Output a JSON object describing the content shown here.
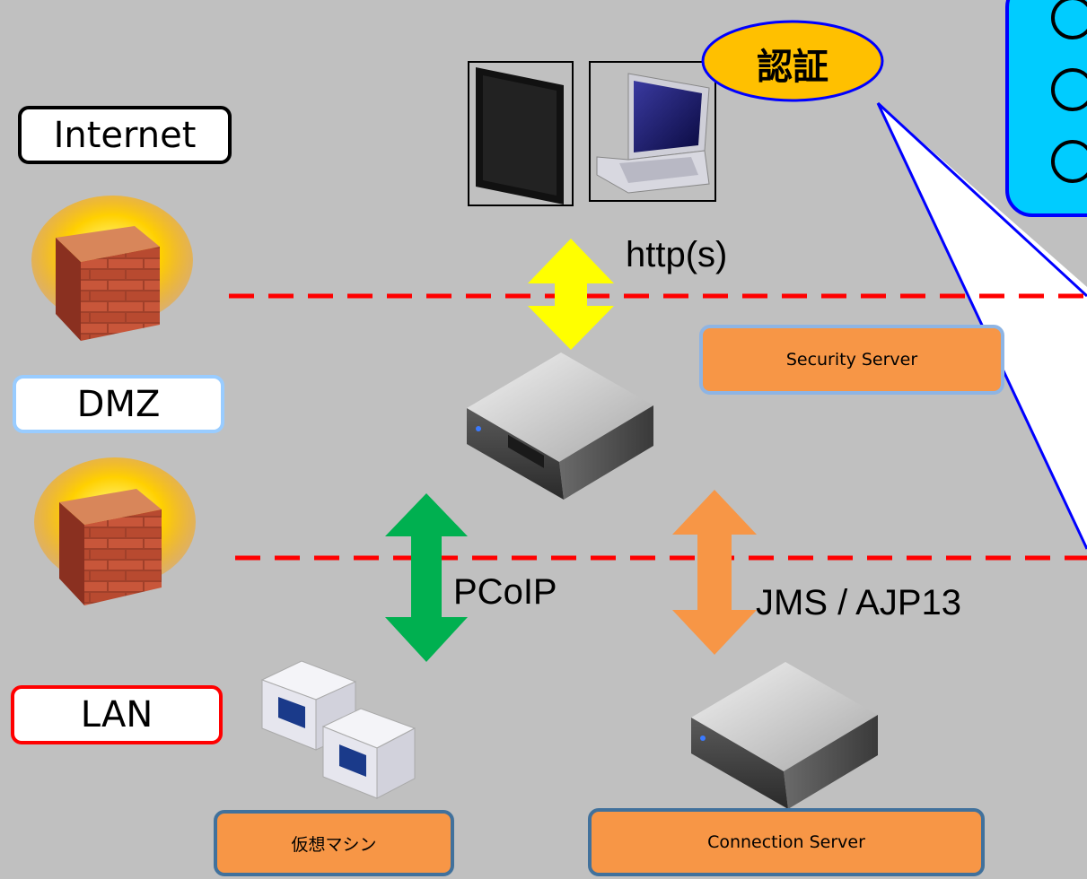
{
  "zones": {
    "internet": "Internet",
    "dmz": "DMZ",
    "lan": "LAN"
  },
  "protocols": {
    "https": "http(s)",
    "pcoip": "PCoIP",
    "jms": "JMS / AJP13"
  },
  "servers": {
    "security": "Security Server",
    "connection": "Connection Server",
    "vm": "仮想マシン"
  },
  "callout": {
    "auth": "認証"
  },
  "colors": {
    "background": "#c0c0c0",
    "firewall_line": "#ff0000",
    "arrow_https": "#ffff00",
    "arrow_pcoip": "#00b050",
    "arrow_jms": "#f79646",
    "server_label": "#f79646",
    "callout_fill": "#00ccff",
    "auth_fill": "#ffc000",
    "callout_line": "#0000ff"
  }
}
